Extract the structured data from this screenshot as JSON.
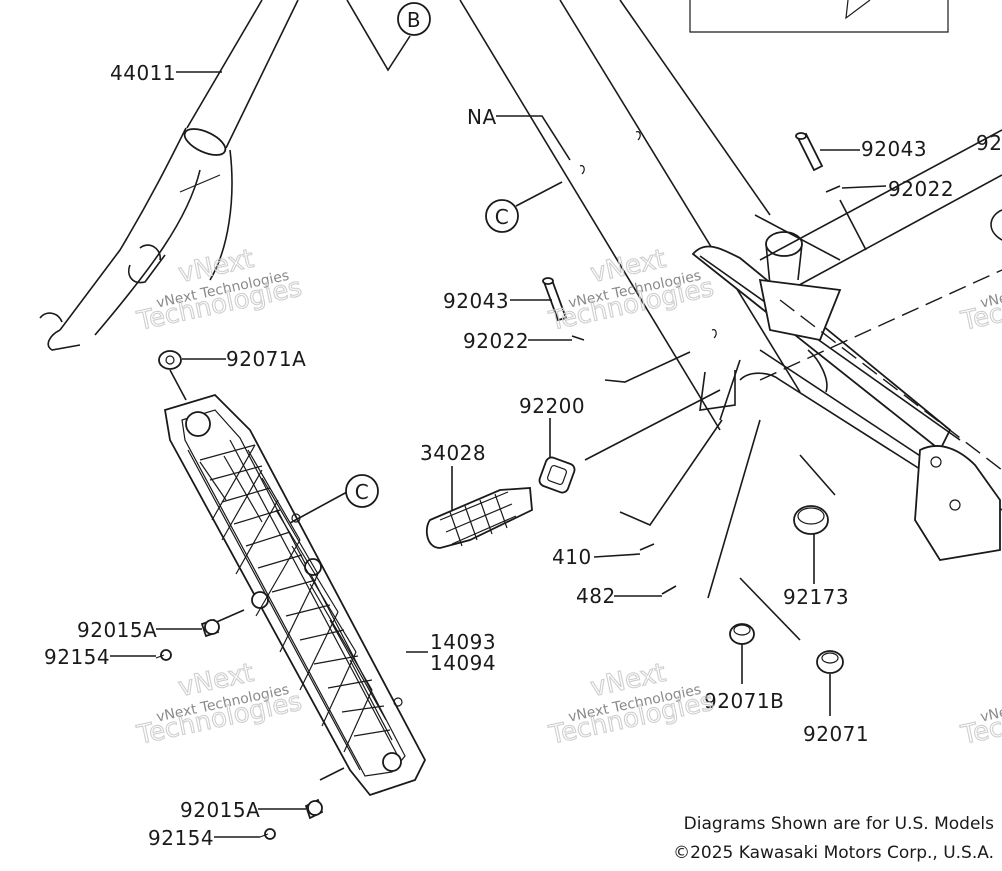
{
  "callouts": {
    "b_top": "B",
    "c_frame": "C",
    "c_plate": "C"
  },
  "labels": {
    "p44011": "44011",
    "na": "NA",
    "p92043_top": "92043",
    "p92022_top": "92022",
    "p92_edge": "92",
    "p92043_mid": "92043",
    "p92022_mid": "92022",
    "p92071a": "92071A",
    "p92200": "92200",
    "p34028": "34028",
    "p410": "410",
    "p482": "482",
    "p92173": "92173",
    "p14093": "14093",
    "p14094": "14094",
    "p92015a_1": "92015A",
    "p92154_1": "92154",
    "p92071b": "92071B",
    "p92071": "92071",
    "p92015a_2": "92015A",
    "p92154_2": "92154"
  },
  "watermark": {
    "line1": "vNext",
    "line2": "vNext Technologies",
    "line3": "Technologies"
  },
  "footer": {
    "line1": "Diagrams Shown are for U.S. Models",
    "line2": "©2025 Kawasaki Motors Corp., U.S.A."
  }
}
